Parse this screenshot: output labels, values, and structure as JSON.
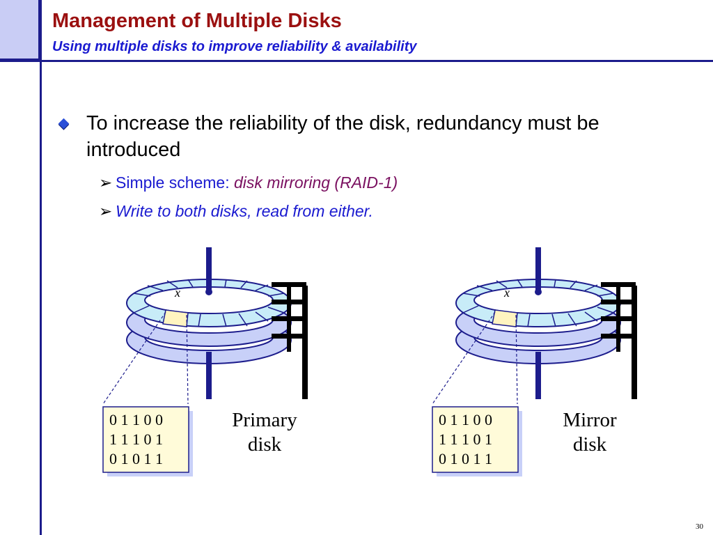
{
  "slide": {
    "title": "Management of Multiple Disks",
    "subtitle": "Using multiple disks to improve reliability & availability",
    "bullet": "To increase the reliability of the disk, redundancy must be introduced",
    "sub_bullets": [
      {
        "prefix": "Simple scheme: ",
        "emphasis": "disk mirroring (RAID-1)"
      },
      {
        "prefix": "",
        "emphasis": "Write to both disks, read from either."
      }
    ],
    "page_number": "30"
  },
  "diagram": {
    "disks": [
      {
        "label_line1": "Primary",
        "label_line2": "disk",
        "sector_mark": "x",
        "bits": [
          "0 1 1 0 0",
          "1 1 1 0 1",
          "0 1 0 1 1"
        ]
      },
      {
        "label_line1": "Mirror",
        "label_line2": "disk",
        "sector_mark": "x",
        "bits": [
          "0 1 1 0 0",
          "1 1 1 0 1",
          "0 1 0 1 1"
        ]
      }
    ]
  },
  "colors": {
    "title": "#9b1010",
    "accent_blue": "#1a1ad0",
    "frame": "#1c1c8c",
    "platter_light": "#c8ecf8",
    "platter_mid": "#c8d0f8",
    "sector_highlight": "#fff4c0",
    "bit_box": "#fffbd9"
  }
}
